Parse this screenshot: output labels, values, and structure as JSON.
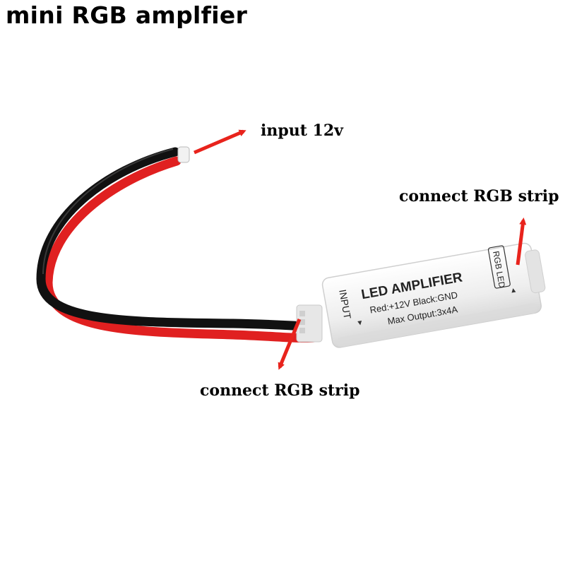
{
  "title": "mini RGB amplfier",
  "callouts": {
    "input": "input 12v",
    "strip_right": "connect RGB strip",
    "strip_bottom": "connect RGB strip"
  },
  "module": {
    "heading": "LED AMPLIFIER",
    "line1": "Red:+12V Black:GND",
    "line2": "Max Output:3x4A",
    "input_label": "INPUT",
    "output_label": "RGB LED"
  },
  "colors": {
    "arrow": "#e8231c",
    "wire_red": "#e02020",
    "wire_black": "#111111",
    "module_body": "#f2f2f2"
  }
}
